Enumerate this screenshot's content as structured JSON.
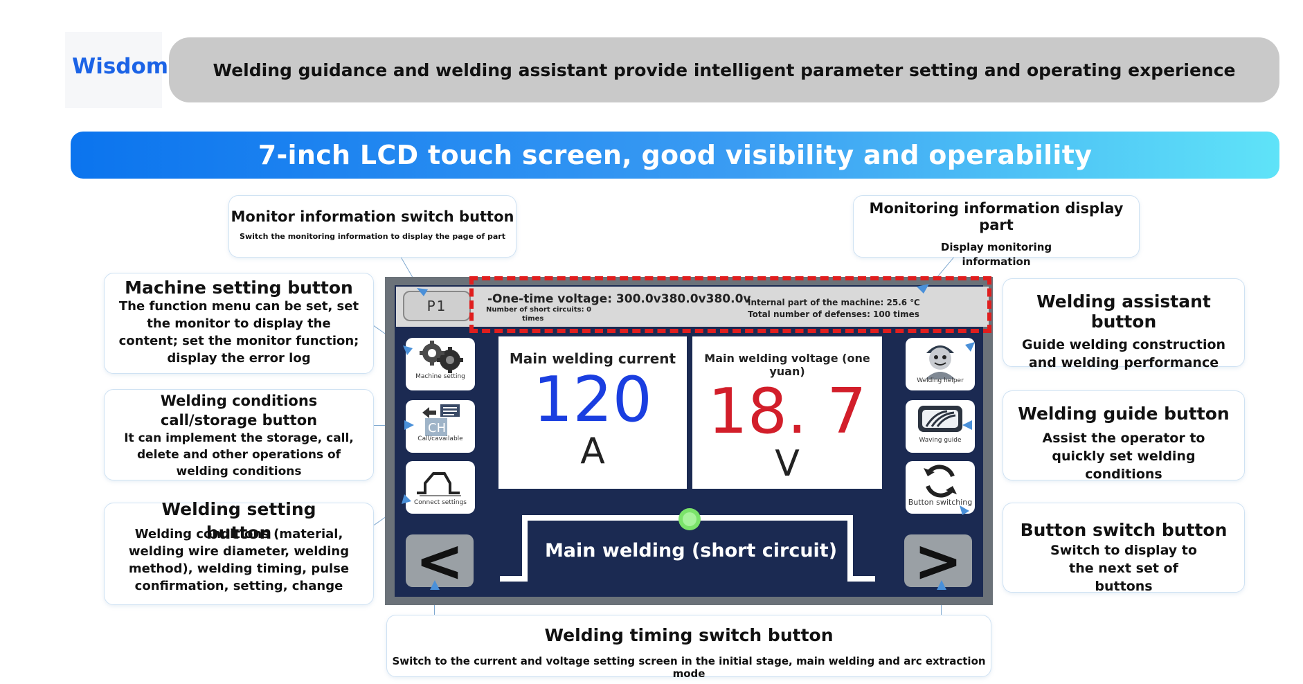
{
  "header": {
    "brand": "Wisdom",
    "tagline": "Welding guidance and welding assistant provide intelligent parameter setting and operating experience"
  },
  "banner": {
    "title": "7-inch LCD touch screen, good visibility and operability"
  },
  "callouts": {
    "monitor_switch": {
      "title": "Monitor information switch button",
      "desc": "Switch the monitoring information to display the page of part"
    },
    "monitor_display": {
      "title": "Monitoring information display part",
      "desc": "Display monitoring information"
    },
    "machine_setting": {
      "title": "Machine setting button",
      "desc": "The function menu can be set, set the monitor to display the content; set the monitor function; display the error log"
    },
    "conditions_call": {
      "title": "Welding conditions call/storage button",
      "desc": "It can implement the storage, call, delete and other operations of welding conditions"
    },
    "welding_setting": {
      "title": "Welding setting button",
      "desc": "Welding conditions (material, welding wire diameter, welding method), welding timing, pulse confirmation, setting, change"
    },
    "welding_assistant": {
      "title": "Welding assistant button",
      "desc": "Guide welding construction and welding performance"
    },
    "welding_guide": {
      "title": "Welding guide button",
      "desc": "Assist the operator to quickly set welding conditions"
    },
    "button_switch": {
      "title": "Button switch button",
      "desc": "Switch to display to the next set of buttons"
    },
    "timing_switch": {
      "title": "Welding timing switch button",
      "desc": "Switch to the current and voltage setting screen in the initial stage, main welding and arc extraction mode"
    }
  },
  "lcd": {
    "page": "P1",
    "voltage_line": "-One-time voltage: 300.0v380.0v380.0v",
    "short_circuits_line": "Number of short circuits: 0",
    "short_circuits_unit": "times",
    "internal_temp": "Internal part of the machine: 25.6 ℃",
    "defenses": "Total number of defenses: 100 times",
    "left_buttons": [
      {
        "label": "Machine setting",
        "icon": "gears-icon"
      },
      {
        "label": "Call/cavailable",
        "icon": "folder-icon"
      },
      {
        "label": "Connect settings",
        "icon": "waveform-icon"
      }
    ],
    "right_buttons": [
      {
        "label": "Welding helper",
        "icon": "helper-icon"
      },
      {
        "label": "Waving guide",
        "icon": "guide-icon"
      },
      {
        "label": "Button switching",
        "icon": "refresh-icon"
      }
    ],
    "current": {
      "title": "Main welding current",
      "value": "120",
      "unit": "A",
      "color": "#1a3ee0"
    },
    "voltage": {
      "title": "Main welding voltage (one yuan)",
      "value": "18. 7",
      "unit": "V",
      "color": "#d21e2a"
    },
    "mode": "Main welding (short circuit)",
    "prev": "<",
    "next": ">"
  }
}
